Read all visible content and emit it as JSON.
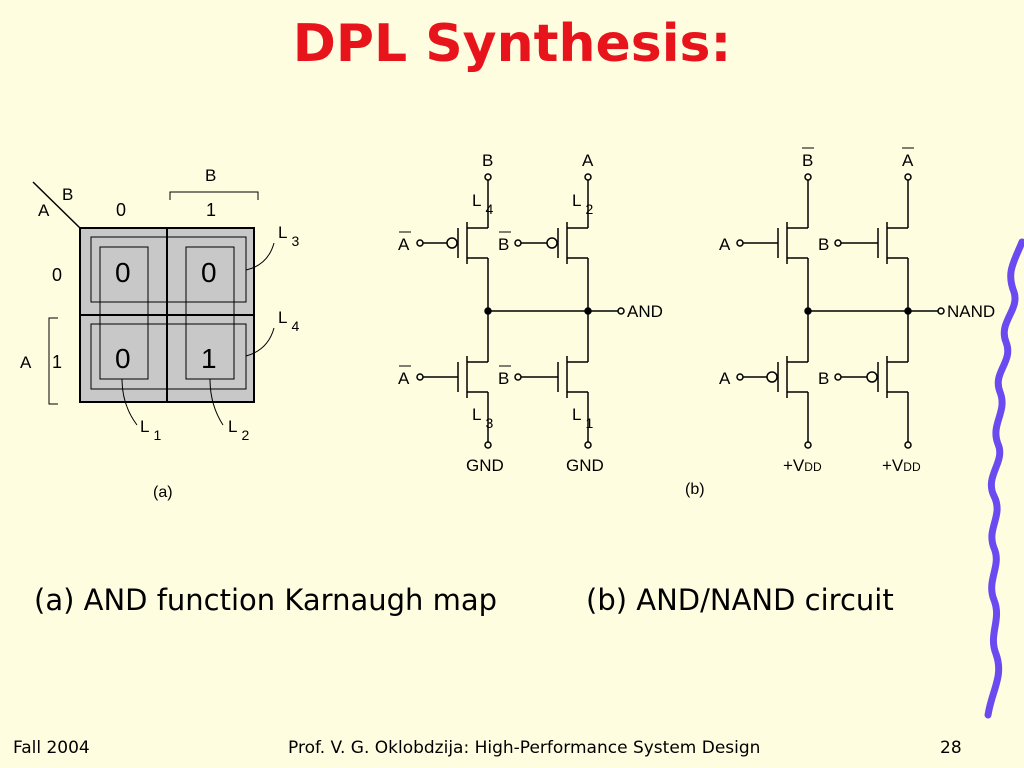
{
  "title": "DPL Synthesis:",
  "kmap": {
    "var_a": "A",
    "var_b": "B",
    "col_var": "B",
    "row_var": "A",
    "col_0": "0",
    "col_1": "1",
    "row_0": "0",
    "row_1": "1",
    "cell_00": "0",
    "cell_01": "0",
    "cell_10": "0",
    "cell_11": "1",
    "loop_l3": {
      "name": "L",
      "sub": "3"
    },
    "loop_l4": {
      "name": "L",
      "sub": "4"
    },
    "loop_l1": {
      "name": "L",
      "sub": "1"
    },
    "loop_l2": {
      "name": "L",
      "sub": "2"
    },
    "label": "(a)"
  },
  "and_circuit": {
    "top_left_in": "B",
    "top_right_in": "A",
    "l4": {
      "name": "L",
      "sub": "4"
    },
    "l2": {
      "name": "L",
      "sub": "2"
    },
    "l3": {
      "name": "L",
      "sub": "3"
    },
    "l1": {
      "name": "L",
      "sub": "1"
    },
    "gate_a_top": "A",
    "gate_b_top": "B",
    "gate_a_bot": "A",
    "gate_b_bot": "B",
    "output": "AND",
    "gnd_left": "GND",
    "gnd_right": "GND"
  },
  "nand_circuit": {
    "top_left_in": "B",
    "top_right_in": "A",
    "gate_a_top": "A",
    "gate_b_top": "B",
    "gate_a_bot": "A",
    "gate_b_bot": "B",
    "output": "NAND",
    "vdd_left": {
      "base": "+V",
      "sub": "DD"
    },
    "vdd_right": {
      "base": "+V",
      "sub": "DD"
    },
    "label": "(b)"
  },
  "captions": {
    "left": "(a) AND function Karnaugh map",
    "right": "(b) AND/NAND circuit"
  },
  "footer": {
    "date": "Fall 2004",
    "course": "Prof. V. G. Oklobdzija: High-Performance System Design",
    "page": "28"
  },
  "colors": {
    "background": "#fffde0",
    "title": "#e8141b",
    "kmap_cell": "#c8c8c8",
    "decor_wave": "#6b4bf0"
  }
}
